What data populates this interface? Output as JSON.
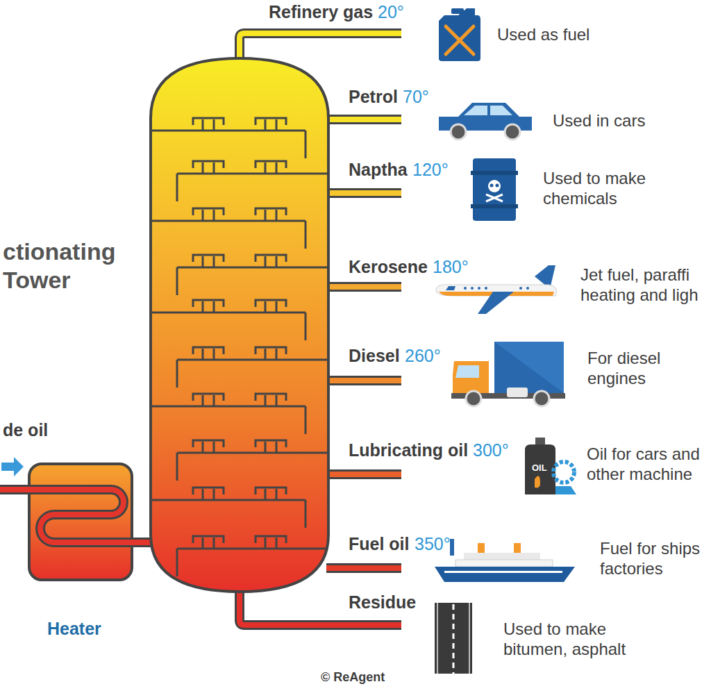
{
  "diagram": {
    "title": "ctionating Tower",
    "nodes": [
      {
        "text": [
          "Heater"
        ]
      }
    ],
    "labels": [
      "de oil",
      "Refinery gas",
      "20°",
      "Used as fuel",
      "Petrol",
      "70°",
      "Used in cars",
      "Naptha",
      "120°",
      "Used to make chemicals",
      "Kerosene",
      "180°",
      "Jet fuel, paraffi heating and ligh",
      "Diesel",
      "260°",
      "For diesel engines",
      "Lubricating oil",
      "300°",
      "Oil for cars and other machine",
      "Fuel oil",
      "350°",
      "Fuel for ships factories",
      "Residue",
      "Used to make bitumen, asphalt",
      "OIL",
      "© ReAgent"
    ]
  }
}
